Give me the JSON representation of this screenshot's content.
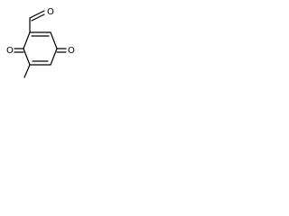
{
  "diagram": {
    "type": "chemical-structure",
    "background_color": "#ffffff",
    "stroke_color": "#000000",
    "atoms": {
      "aldehyde_oxygen": "O",
      "ring_oxygen_left": "O",
      "ring_oxygen_right": "O"
    }
  }
}
